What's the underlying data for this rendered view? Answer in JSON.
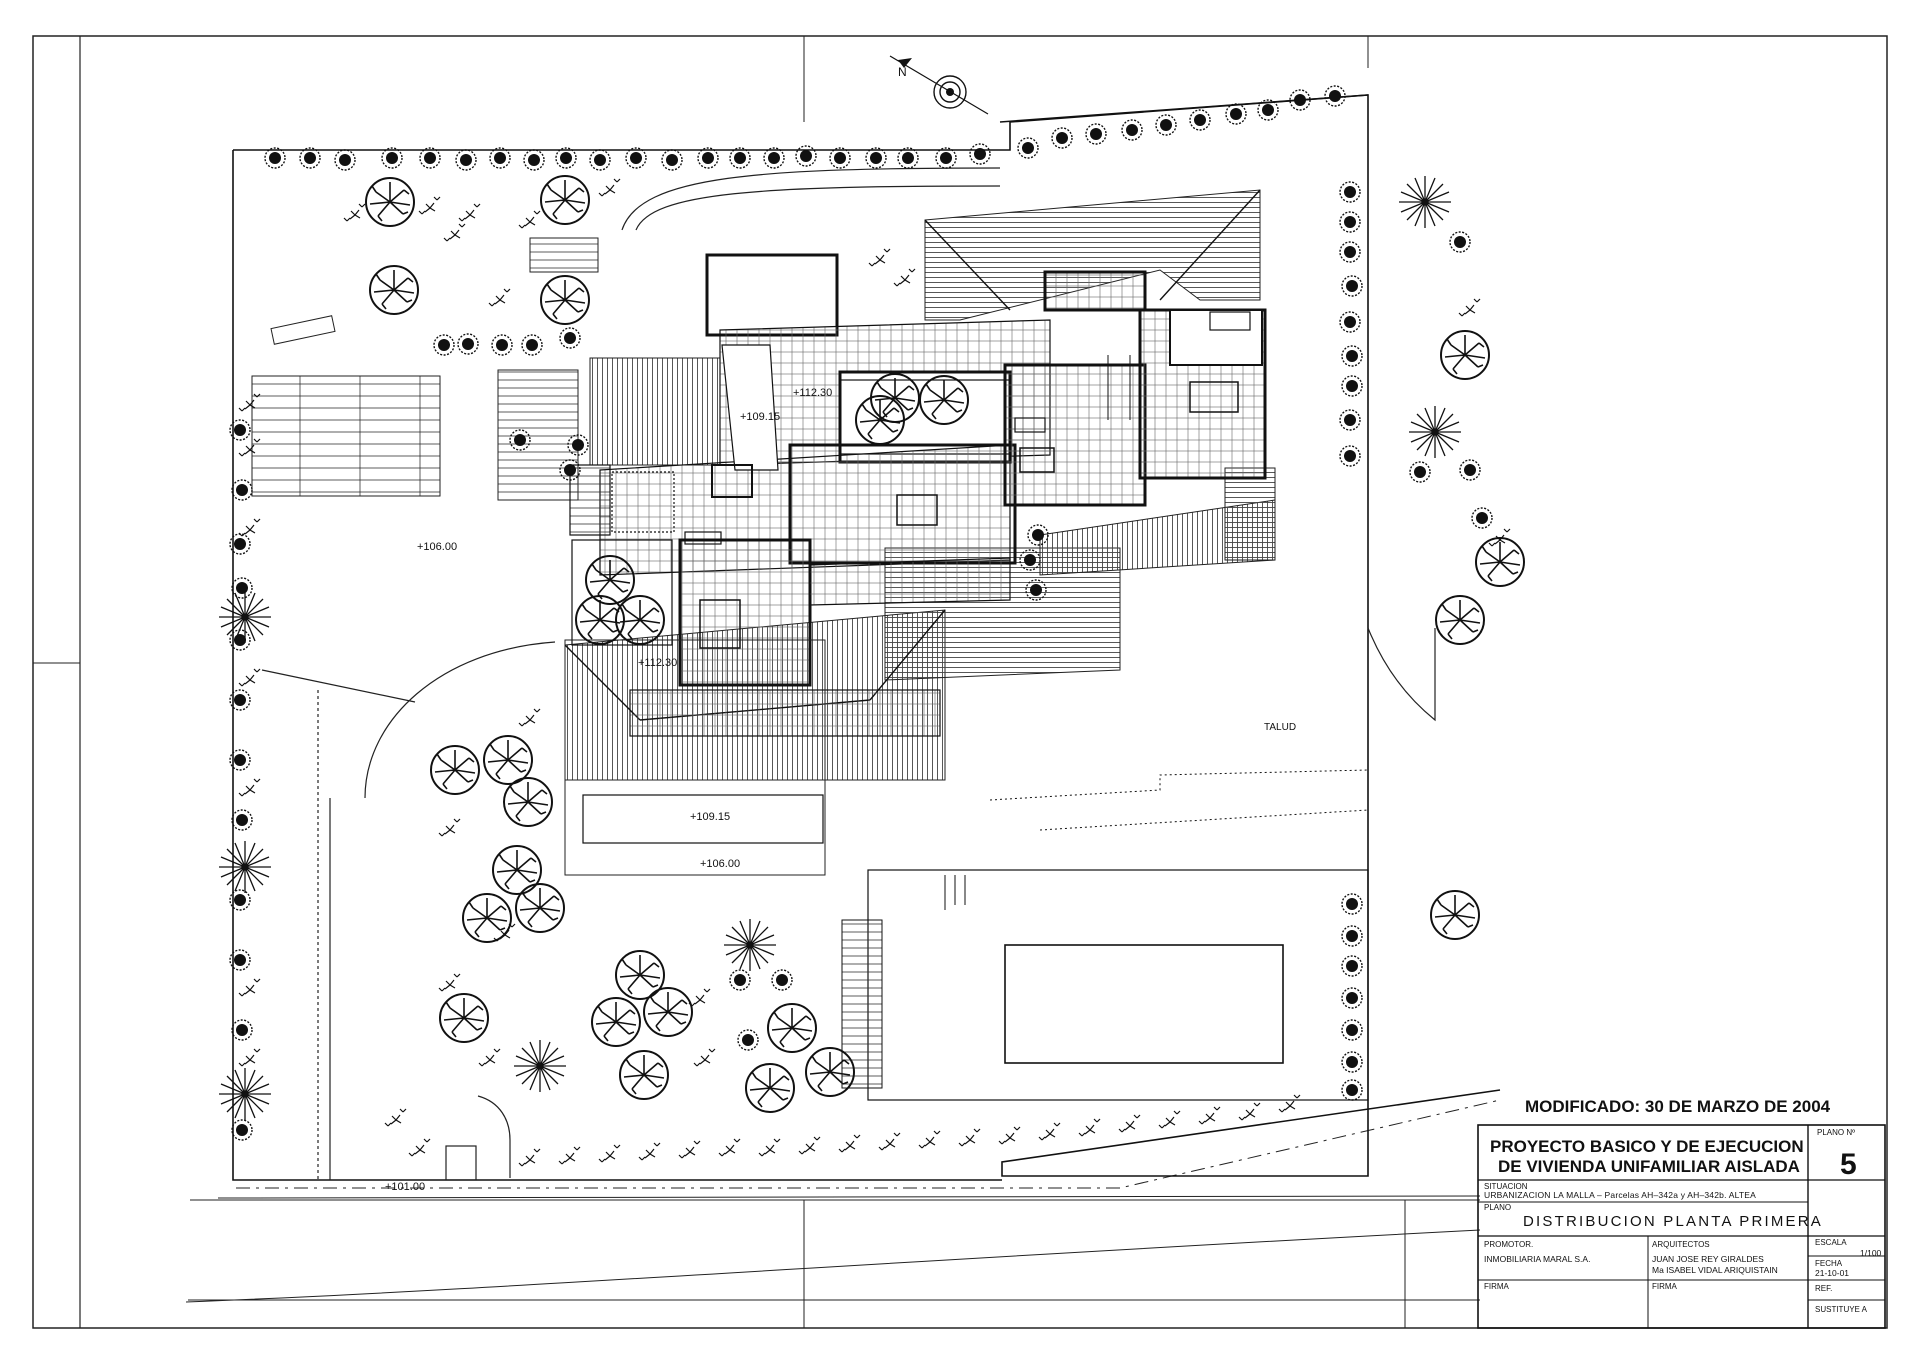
{
  "plan": {
    "levels": {
      "entrance_upper": "+109.15",
      "upper_mid": "+112.30",
      "lower_left": "+112.30",
      "terrace_south": "+109.15",
      "ground_west": "+106.00",
      "ground_south": "+106.00",
      "street": "+101.00"
    },
    "annotations": {
      "talud": "TALUD"
    },
    "north_label": "N"
  },
  "title_block": {
    "modified": "MODIFICADO: 30 DE MARZO DE 2004",
    "project_line1": "PROYECTO BASICO Y DE EJECUCION",
    "project_line2": "DE VIVIENDA UNIFAMILIAR AISLADA",
    "plano_n_label": "PLANO Nº",
    "plano_number": "5",
    "situacion_label": "SITUACION",
    "situacion_text": "URBANIZACION LA MALLA – Parcelas AH–342a y AH–342b. ALTEA",
    "plano_label": "PLANO",
    "plano_title": "DISTRIBUCION PLANTA PRIMERA",
    "promotor_label": "PROMOTOR.",
    "promotor_name": "INMOBILIARIA MARAL S.A.",
    "arquitectos_label": "ARQUITECTOS",
    "arquitecto_1": "JUAN JOSE REY GIRALDES",
    "arquitecto_2": "Ma ISABEL VIDAL ARIQUISTAIN",
    "escala_label": "ESCALA",
    "escala_value": "1/100",
    "fecha_label": "FECHA",
    "fecha_value": "21-10-01",
    "firma_label_1": "FIRMA",
    "firma_label_2": "FIRMA",
    "ref_label": "REF.",
    "sustituye_label": "SUSTITUYE A"
  },
  "colors": {
    "line": "#111111",
    "hatch": "#555555",
    "paper": "#ffffff"
  }
}
